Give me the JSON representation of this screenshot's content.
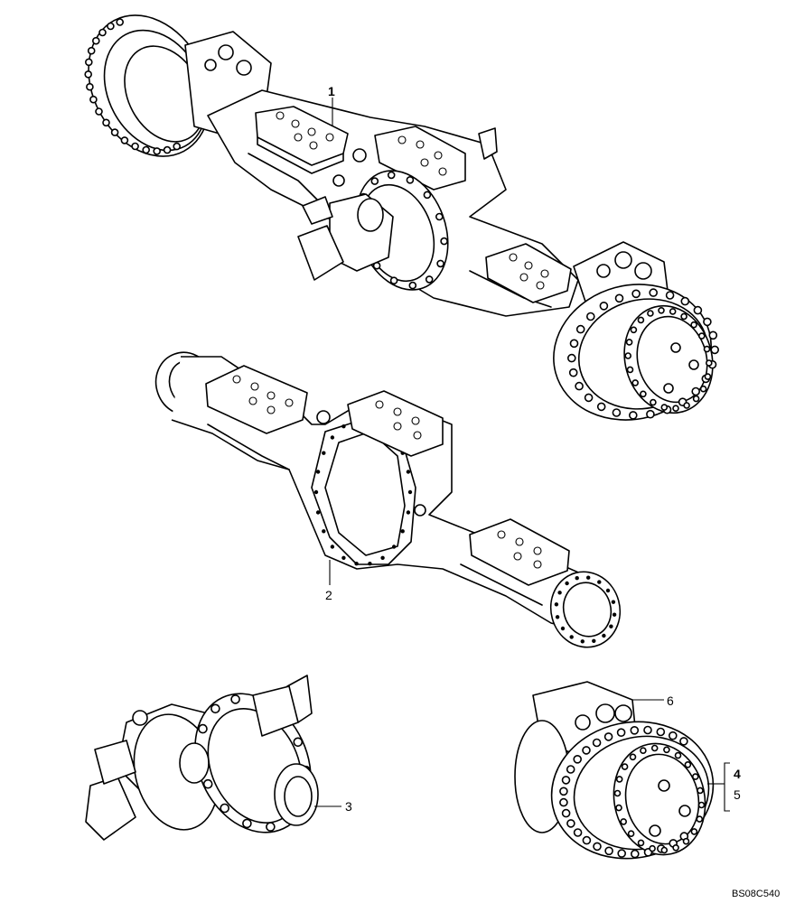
{
  "callouts": {
    "c1": "1",
    "c2": "2",
    "c3": "3",
    "c4": "4",
    "c5": "5",
    "c6": "6"
  },
  "drawing_code": "BS08C540"
}
